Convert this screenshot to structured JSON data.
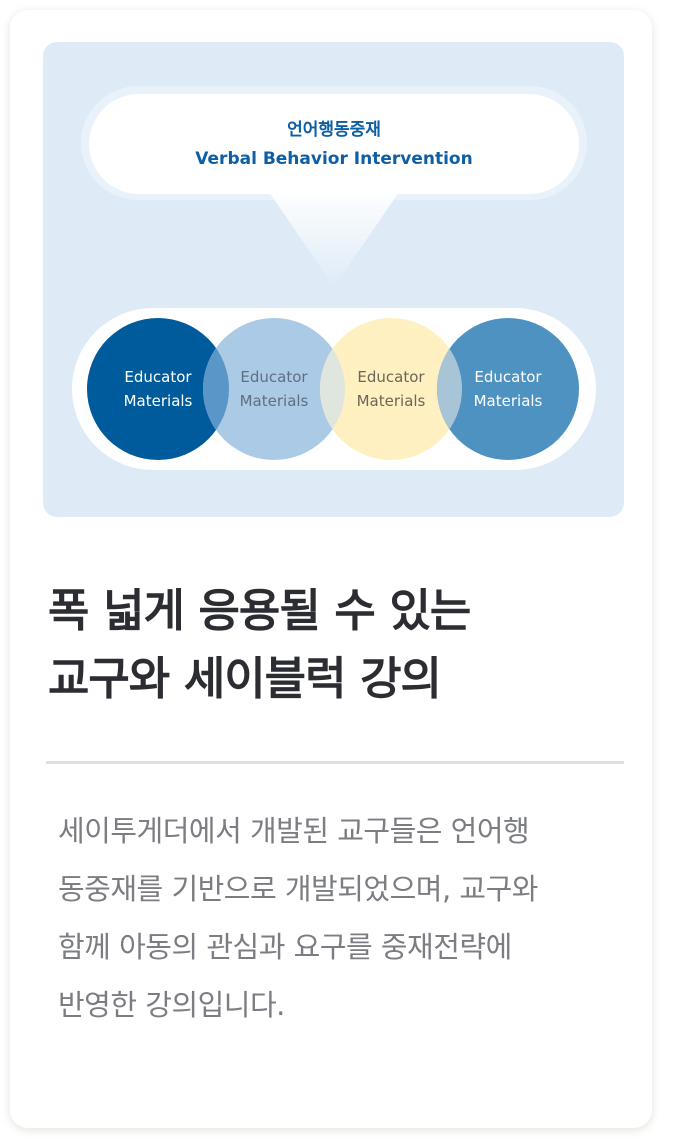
{
  "diagram": {
    "bubble": {
      "title_ko": "언어행동중재",
      "title_en": "Verbal Behavior Intervention"
    },
    "circles": [
      {
        "line1": "Educator",
        "line2": "Materials",
        "fill": "#005b9c",
        "text_color": "#ffffff"
      },
      {
        "line1": "Educator",
        "line2": "Materials",
        "fill": "#abcae6",
        "text_color": "#5f6f83"
      },
      {
        "line1": "Educator",
        "line2": "Materials",
        "fill": "#fff0c2",
        "text_color": "#6c6656"
      },
      {
        "line1": "Educator",
        "line2": "Materials",
        "fill": "#4e92c2",
        "text_color": "#ffffff"
      }
    ],
    "colors": {
      "panel_bg": "#deebf7",
      "accent_text": "#0d5ea3",
      "overlap_1": "#5a97c8",
      "overlap_2": "#dfe6de",
      "overlap_3": "#a7c5d6"
    }
  },
  "headline": {
    "line1": "폭 넓게 응용될 수 있는",
    "line2": "교구와 세이블럭 강의"
  },
  "body": {
    "lines": [
      "세이투게더에서 개발된 교구들은 언어행",
      "동중재를 기반으로 개발되었으며, 교구와",
      "함께 아동의 관심과 요구를 중재전략에",
      "반영한 강의입니다."
    ]
  }
}
